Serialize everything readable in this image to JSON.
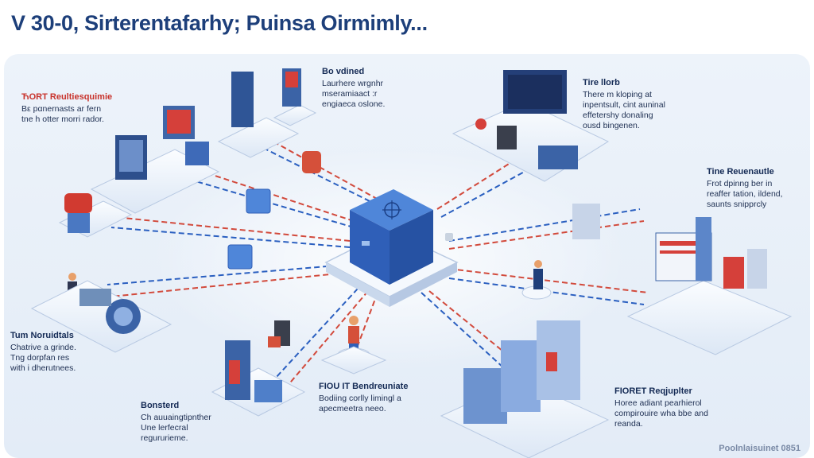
{
  "title": "V 30-0, Sirterentafarhy; Puinsa Oirmimly...",
  "labels": {
    "top_left": {
      "heading": "ЋORT Reultiesquimie",
      "lines": [
        "Bε pαnernasts ar fern",
        "tne h otter morri rador."
      ]
    },
    "top_center": {
      "heading": "Bo vdined",
      "lines": [
        "Laurhere wrgnhr",
        "mseramiaact :r",
        "engiaeca oslone."
      ]
    },
    "top_right": {
      "heading": "Tire llorb",
      "lines": [
        "There m kloping at",
        "inpentsult, cint auninal",
        "effetershy donaling",
        "ousd bingenen."
      ]
    },
    "mid_right": {
      "heading": "Tine Reuenautle",
      "lines": [
        "Frot dpinng ber in",
        "reaffer tation, ildend,",
        "saunts snipprcly"
      ]
    },
    "mid_left": {
      "heading": "Tum Noruidtals",
      "lines": [
        "Chatrive a grinde.",
        "Tng dorpfan res",
        "with i dherutnees."
      ]
    },
    "bottom_left": {
      "heading": "Bonsterd",
      "lines": [
        "Ch auuaingtipnther",
        "Une lerfecral",
        "regururieme."
      ]
    },
    "bottom_center": {
      "heading": "FIOU IT Bendreuniate",
      "lines": [
        "Bodiing corlly limingl a",
        "apecmeetra neeo."
      ]
    },
    "bottom_right": {
      "heading": "FIORET Reqjuplter",
      "lines": [
        "Horee adiant pearhierol",
        "compirouire wha bbe and",
        "reanda."
      ]
    }
  },
  "footer": "Poolnlaisuinet 0851",
  "colors": {
    "hub": "#2f5fb8",
    "accent_red": "#d03a2f",
    "accent_blue": "#2a5fc0",
    "title": "#1d3f7a"
  }
}
